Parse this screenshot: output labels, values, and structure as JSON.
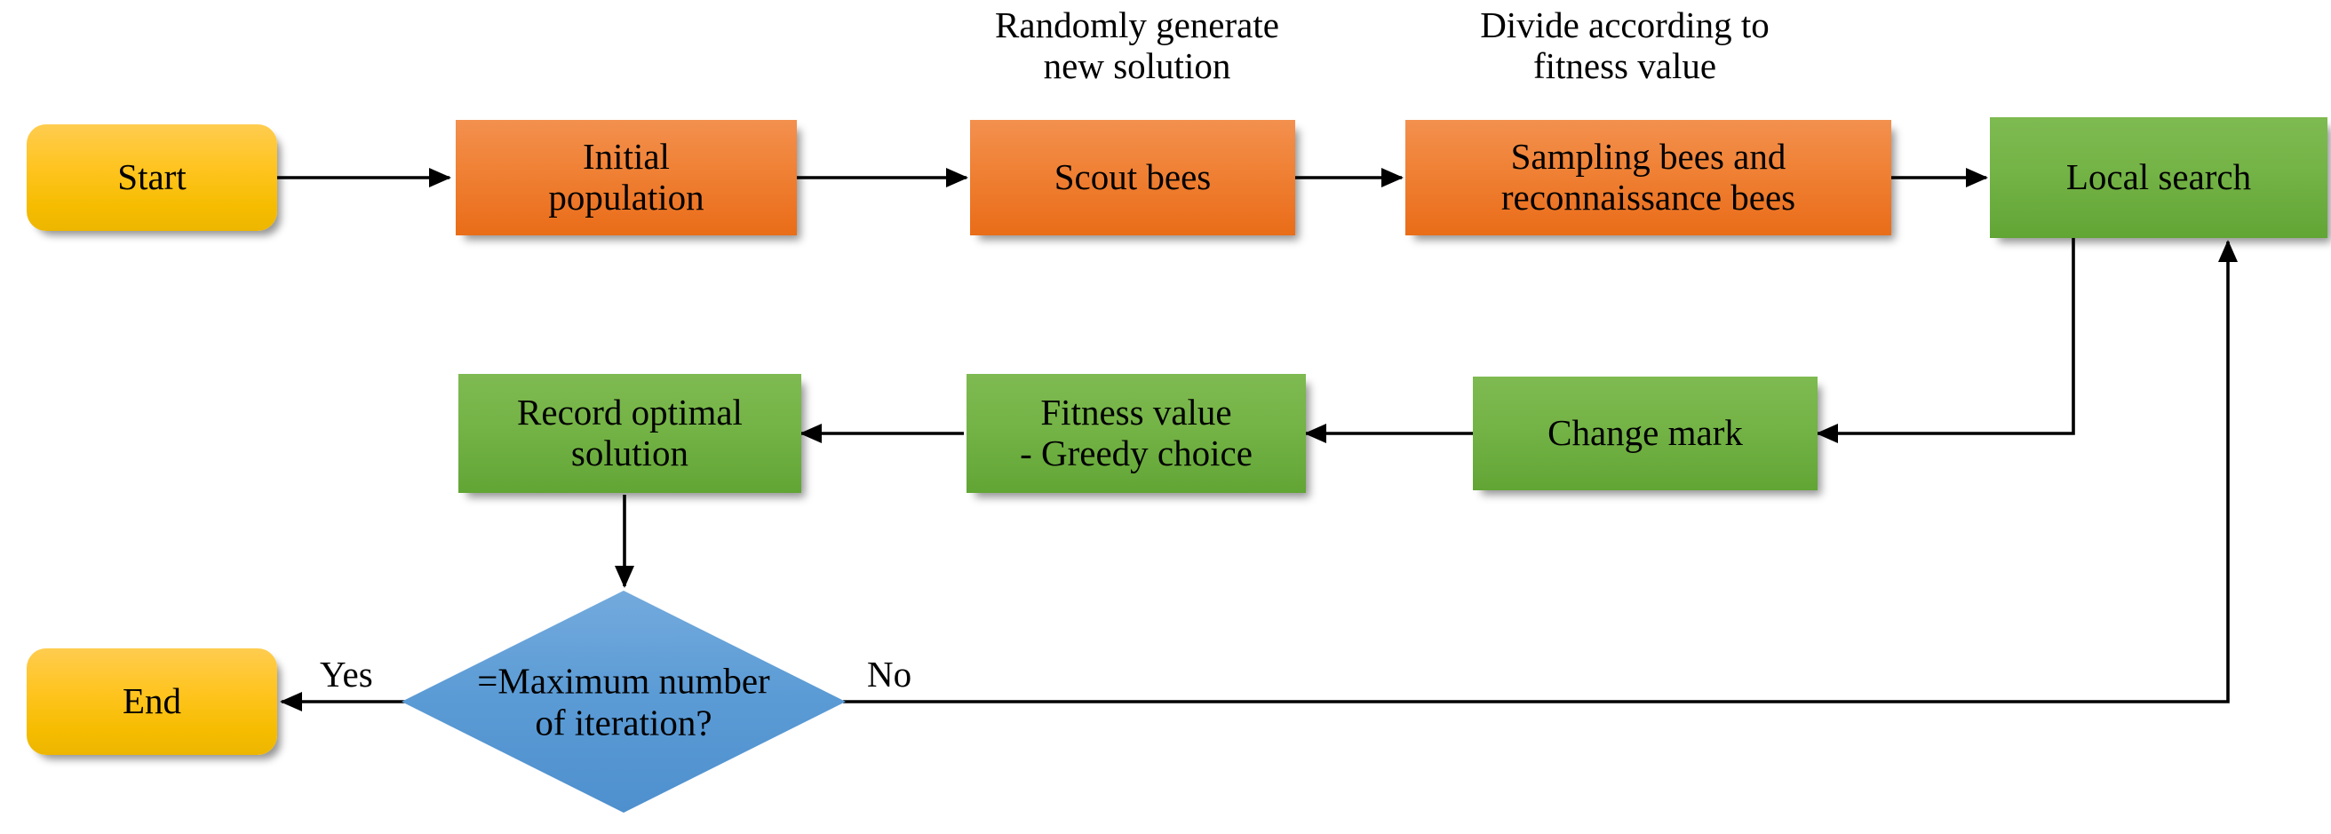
{
  "diagram": {
    "title": "Artificial Bee Colony algorithm flowchart",
    "colors": {
      "terminator_fill_top": "#FFCC4F",
      "terminator_fill_bottom": "#EDB600",
      "process_orange_top": "#F3904F",
      "process_orange_bottom": "#E96D18",
      "process_green_top": "#7EBA51",
      "process_green_bottom": "#61A534",
      "decision_fill": "#5B9BD5",
      "connector_stroke": "#000000",
      "text": "#000000",
      "background": "#FFFFFF"
    },
    "nodes": [
      {
        "id": "start",
        "shape": "terminator",
        "label": "Start"
      },
      {
        "id": "initial_pop",
        "shape": "process-orange",
        "label": "Initial\npopulation"
      },
      {
        "id": "scout_bees",
        "shape": "process-orange",
        "label": "Scout bees"
      },
      {
        "id": "sampling",
        "shape": "process-orange",
        "label": "Sampling bees and\nreconnaissance bees"
      },
      {
        "id": "local_search",
        "shape": "process-green",
        "label": "Local search"
      },
      {
        "id": "change_mark",
        "shape": "process-green",
        "label": "Change mark"
      },
      {
        "id": "fitness",
        "shape": "process-green",
        "label": "Fitness value\n- Greedy choice"
      },
      {
        "id": "record",
        "shape": "process-green",
        "label": "Record optimal\nsolution"
      },
      {
        "id": "decision",
        "shape": "decision",
        "label": "=Maximum number\nof iteration?"
      },
      {
        "id": "end",
        "shape": "terminator",
        "label": "End"
      }
    ],
    "captions": [
      {
        "id": "caption_random",
        "text": "Randomly generate\nnew solution"
      },
      {
        "id": "caption_divide",
        "text": "Divide according to\nfitness value"
      }
    ],
    "edge_labels": [
      {
        "id": "edge_yes",
        "text": "Yes"
      },
      {
        "id": "edge_no",
        "text": "No"
      }
    ],
    "edges": [
      {
        "from": "start",
        "to": "initial_pop",
        "label": ""
      },
      {
        "from": "initial_pop",
        "to": "scout_bees",
        "label": ""
      },
      {
        "from": "scout_bees",
        "to": "sampling",
        "label": ""
      },
      {
        "from": "sampling",
        "to": "local_search",
        "label": ""
      },
      {
        "from": "local_search",
        "to": "change_mark",
        "label": ""
      },
      {
        "from": "change_mark",
        "to": "fitness",
        "label": ""
      },
      {
        "from": "fitness",
        "to": "record",
        "label": ""
      },
      {
        "from": "record",
        "to": "decision",
        "label": ""
      },
      {
        "from": "decision",
        "to": "end",
        "label": "Yes"
      },
      {
        "from": "decision",
        "to": "local_search",
        "label": "No"
      }
    ]
  }
}
